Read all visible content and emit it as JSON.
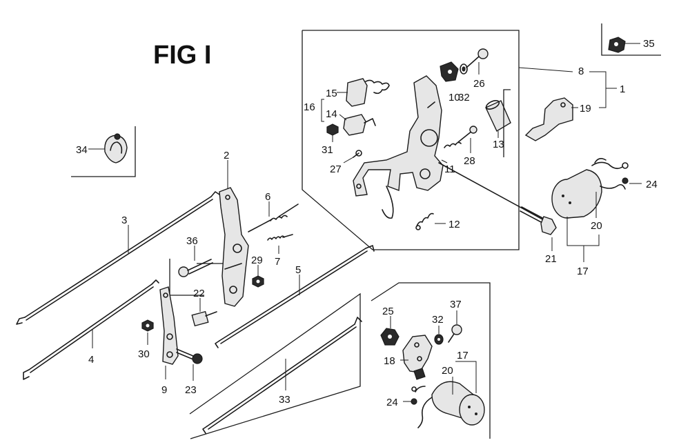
{
  "figure_title": "FIG I",
  "callouts": {
    "c1": "1",
    "c2": "2",
    "c3": "3",
    "c4": "4",
    "c5": "5",
    "c6": "6",
    "c7": "7",
    "c8": "8",
    "c9": "9",
    "c10": "10",
    "c11": "11",
    "c12": "12",
    "c13": "13",
    "c14": "14",
    "c15": "15",
    "c16": "16",
    "c17a": "17",
    "c17b": "17",
    "c18": "18",
    "c19": "19",
    "c20a": "20",
    "c20b": "20",
    "c21": "21",
    "c22": "22",
    "c23": "23",
    "c24a": "24",
    "c24b": "24",
    "c25": "25",
    "c26": "26",
    "c27": "27",
    "c28": "28",
    "c29": "29",
    "c30": "30",
    "c31": "31",
    "c32a": "32",
    "c32b": "32",
    "c33": "33",
    "c34": "34",
    "c35": "35",
    "c36": "36",
    "c37": "37"
  }
}
